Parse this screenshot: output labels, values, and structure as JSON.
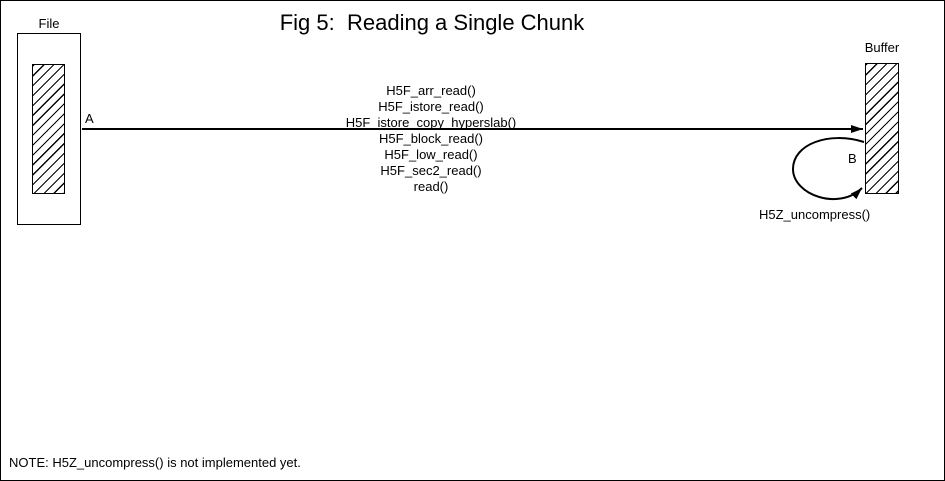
{
  "page": {
    "title": "Fig 5:  Reading a Single Chunk",
    "note": "NOTE: H5Z_uncompress() is not implemented yet."
  },
  "diagram": {
    "file": {
      "label": "File"
    },
    "buffer": {
      "label": "Buffer"
    },
    "read_path": {
      "label": "A",
      "functions": [
        "H5F_arr_read()",
        "H5F_istore_read()",
        "H5F_istore_copy_hyperslab()",
        "H5F_block_read()",
        "H5F_low_read()",
        "H5F_sec2_read()",
        "read()"
      ]
    },
    "uncompress_path": {
      "label": "B",
      "function": "H5Z_uncompress()"
    },
    "colors": {
      "ink": "#000000",
      "background": "#ffffff"
    }
  }
}
